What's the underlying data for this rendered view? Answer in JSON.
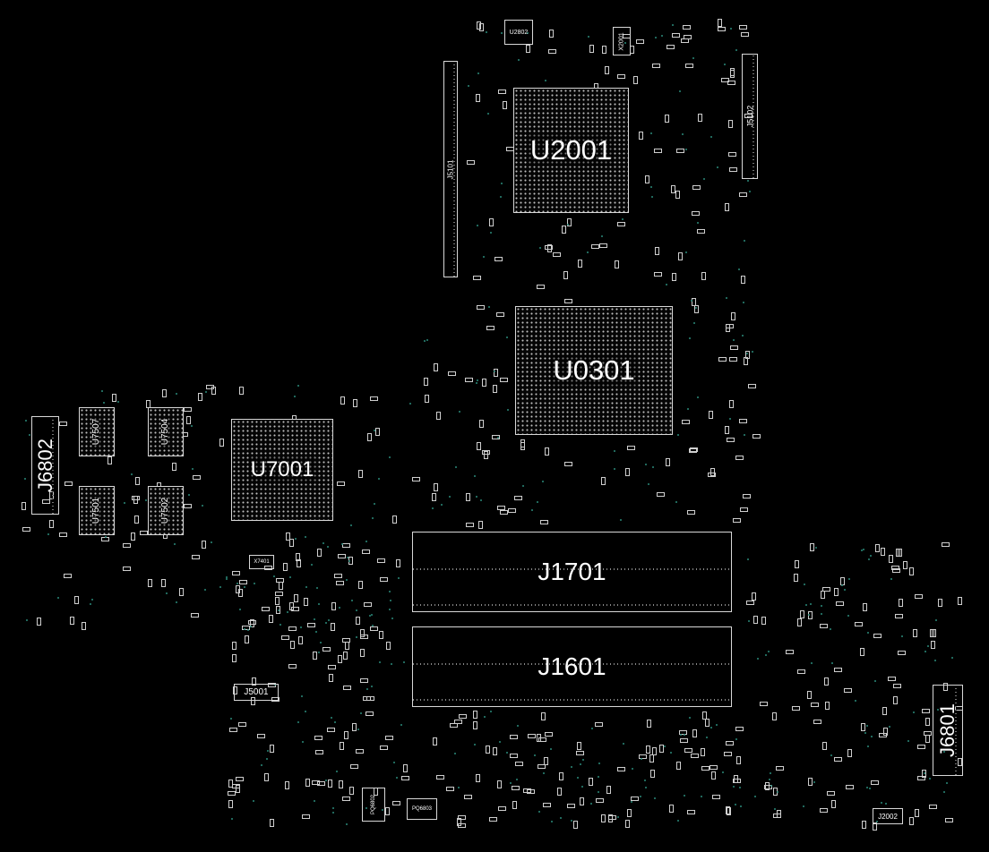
{
  "board": {
    "components": [
      {
        "ref": "U2802"
      },
      {
        "ref": "X2001"
      },
      {
        "ref": "J5101"
      },
      {
        "ref": "J5102"
      },
      {
        "ref": "U2001"
      },
      {
        "ref": "U0301"
      },
      {
        "ref": "U7001"
      },
      {
        "ref": "U7507"
      },
      {
        "ref": "U7504"
      },
      {
        "ref": "U7501"
      },
      {
        "ref": "U7502"
      },
      {
        "ref": "J6802"
      },
      {
        "ref": "X7401"
      },
      {
        "ref": "J1701"
      },
      {
        "ref": "J1601"
      },
      {
        "ref": "J5001"
      },
      {
        "ref": "J6801"
      },
      {
        "ref": "J2002"
      },
      {
        "ref": "PQ6802"
      },
      {
        "ref": "PQ6803"
      }
    ]
  },
  "colors": {
    "background": "#000000",
    "outline": "#d8d8d8",
    "via": "#2a8a7a"
  }
}
